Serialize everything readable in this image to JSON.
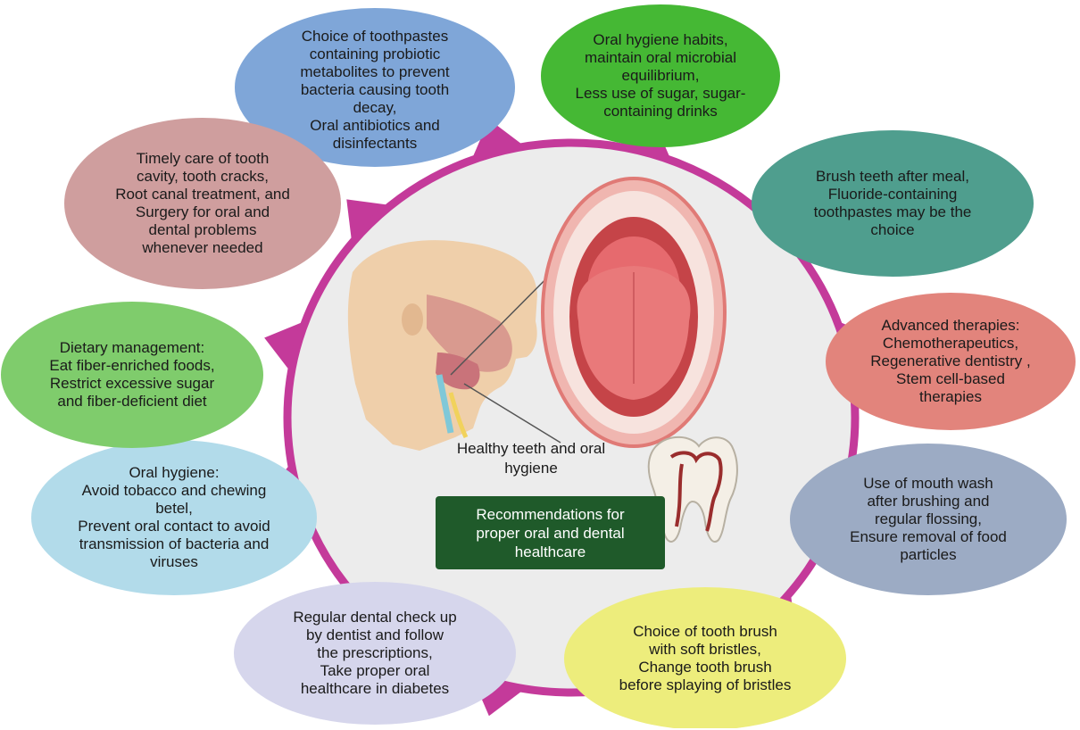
{
  "center": {
    "label": "Healthy teeth and oral\nhygiene",
    "recommendation": "Recommendations for\nproper oral and dental\nhealthcare"
  },
  "bubbles": {
    "toothpaste_probiotic": {
      "text": "Choice of toothpastes\ncontaining probiotic\nmetabolites to prevent\nbacteria causing tooth\ndecay,\nOral antibiotics and\ndisinfectants",
      "color": "#7fa6d8"
    },
    "oral_hygiene_habits": {
      "text": "Oral hygiene habits,\nmaintain oral microbial\nequilibrium,\nLess use of sugar, sugar-\ncontaining drinks",
      "color": "#45b834"
    },
    "brush_after_meal": {
      "text": "Brush teeth after meal,\nFluoride-containing\ntoothpastes may be the\nchoice",
      "color": "#4f9e8e"
    },
    "advanced_therapies": {
      "text": "Advanced therapies:\nChemotherapeutics,\nRegenerative dentistry ,\nStem cell-based\ntherapies",
      "color": "#e2847c"
    },
    "mouth_wash": {
      "text": "Use of mouth wash\nafter brushing and\nregular flossing,\nEnsure removal of food\nparticles",
      "color": "#9cabc4"
    },
    "tooth_brush": {
      "text": "Choice of tooth brush\nwith soft bristles,\nChange tooth brush\nbefore splaying of bristles",
      "color": "#eded7c"
    },
    "dental_checkup": {
      "text": "Regular dental check up\nby dentist and follow\nthe prescriptions,\nTake proper oral\nhealthcare in diabetes",
      "color": "#d6d6ec"
    },
    "oral_hygiene_tobacco": {
      "text": "Oral hygiene:\nAvoid tobacco and chewing\nbetel,\nPrevent oral contact to avoid\ntransmission of bacteria and\nviruses",
      "color": "#b2dbea"
    },
    "dietary_management": {
      "text": "Dietary management:\nEat fiber-enriched foods,\nRestrict excessive sugar\nand fiber-deficient diet",
      "color": "#7fcc6c"
    },
    "timely_care": {
      "text": "Timely care of tooth\ncavity, tooth cracks,\nRoot canal treatment, and\nSurgery for oral and\ndental problems\nwhenever needed",
      "color": "#cf9e9e"
    }
  },
  "colors": {
    "ring": "#c43a9a",
    "center_fill": "#ececec",
    "rec_box": "#1f5a2a",
    "skin": "#efcfaa",
    "mouth": "#e98a86",
    "tongue": "#e9797a"
  },
  "icons": [
    "head-profile-icon",
    "open-mouth-icon",
    "tooth-cross-section-icon"
  ]
}
